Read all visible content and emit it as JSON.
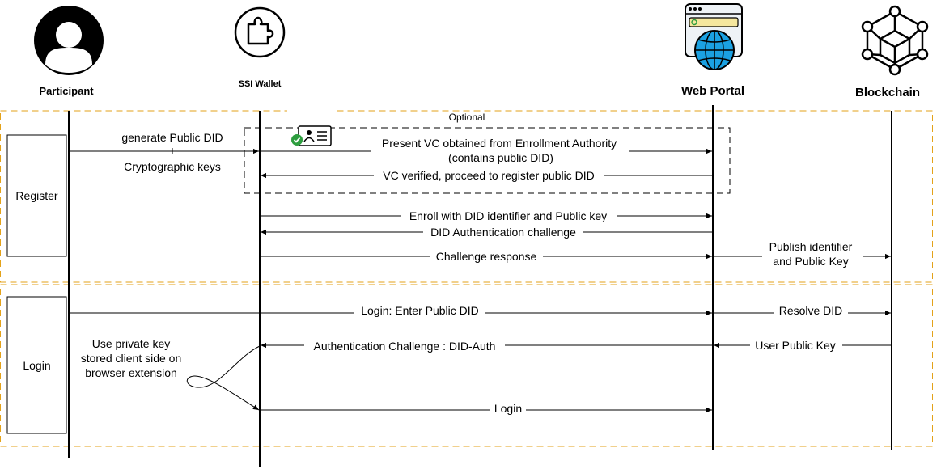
{
  "actors": {
    "participant": "Participant",
    "wallet": "SSI Wallet",
    "portal": "Web Portal",
    "blockchain": "Blockchain"
  },
  "sections": {
    "optional": "Optional",
    "register": "Register",
    "login": "Login"
  },
  "messages": {
    "gen_did": "generate Public DID",
    "crypto_keys": "Cryptographic keys",
    "present_vc_1": "Present VC obtained from Enrollment Authority",
    "present_vc_2": "(contains public DID)",
    "vc_verified": "VC verified, proceed to register public DID",
    "enroll": "Enroll with DID identifier and Public key",
    "did_auth_challenge": "DID Authentication challenge",
    "challenge_response": "Challenge response",
    "publish_1": "Publish identifier",
    "publish_2": "and Public Key",
    "login_enter": "Login: Enter Public DID",
    "resolve": "Resolve DID",
    "auth_challenge": "Authentication Challenge : DID-Auth",
    "user_pubkey": "User Public Key",
    "note_1": "Use private key",
    "note_2": "stored client side on",
    "note_3": "browser extension",
    "login_final": "Login"
  },
  "colors": {
    "frame_dashed": "#e3a21a",
    "optional_box": "#000000",
    "lines": "#000000",
    "globe": "#1ba1e2",
    "check": "#2e9e3f",
    "address_bar": "#f5e79e"
  }
}
